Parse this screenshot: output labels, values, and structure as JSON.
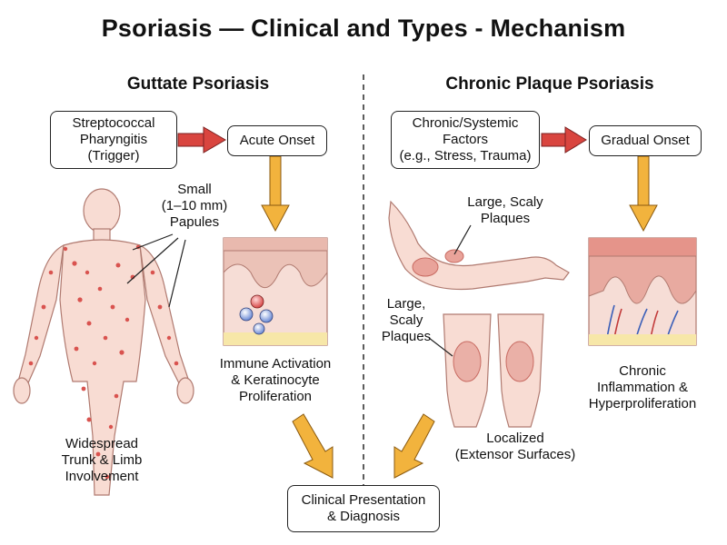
{
  "title": "Psoriasis — Clinical and Types - Mechanism",
  "guttate": {
    "heading": "Guttate Psoriasis",
    "trigger": [
      "Streptococcal",
      "Pharyngitis",
      "(Trigger)"
    ],
    "onset": "Acute Onset",
    "papules": [
      "Small",
      "(1–10 mm)",
      "Papules"
    ],
    "mechanism": [
      "Immune Activation",
      "& Keratinocyte",
      "Proliferation"
    ],
    "distribution": [
      "Widespread",
      "Trunk & Limb",
      "Involvement"
    ]
  },
  "plaque": {
    "heading": "Chronic Plaque Psoriasis",
    "trigger": [
      "Chronic/Systemic",
      "Factors",
      "(e.g., Stress, Trauma)"
    ],
    "onset": "Gradual Onset",
    "plaques_arm": [
      "Large, Scaly",
      "Plaques"
    ],
    "plaques_knee": [
      "Large,",
      "Scaly",
      "Plaques"
    ],
    "mechanism": [
      "Chronic",
      "Inflammation &",
      "Hyperproliferation"
    ],
    "distribution": [
      "Localized",
      "(Extensor Surfaces)"
    ]
  },
  "outcome": [
    "Clinical Presentation",
    "& Diagnosis"
  ],
  "colors": {
    "red_arrow": "#d9453f",
    "orange_arrow": "#f2b33d",
    "skin": "#f8dcd3",
    "lesion": "#d9534f"
  }
}
